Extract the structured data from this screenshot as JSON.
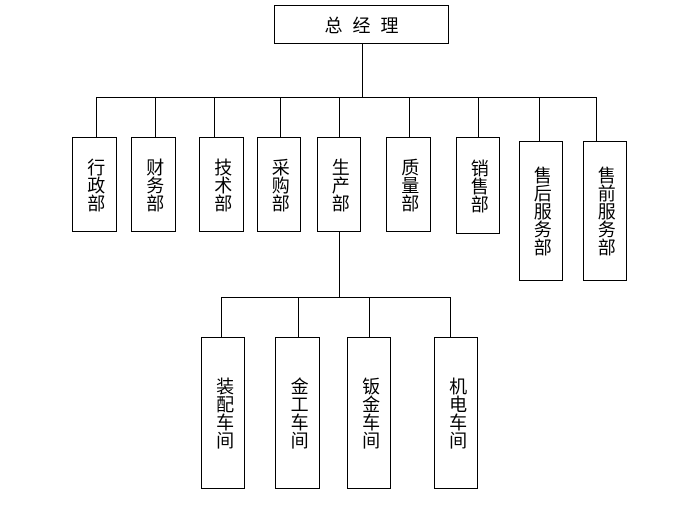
{
  "root": {
    "label": "总经理"
  },
  "departments": [
    {
      "label": "行政部"
    },
    {
      "label": "财务部"
    },
    {
      "label": "技术部"
    },
    {
      "label": "采购部"
    },
    {
      "label": "生产部"
    },
    {
      "label": "质量部"
    },
    {
      "label": "销售部"
    },
    {
      "label": "售后服务部"
    },
    {
      "label": "售前服务部"
    }
  ],
  "workshops": [
    {
      "label": "装配车间"
    },
    {
      "label": "金工车间"
    },
    {
      "label": "钣金车间"
    },
    {
      "label": "机电车间"
    }
  ]
}
